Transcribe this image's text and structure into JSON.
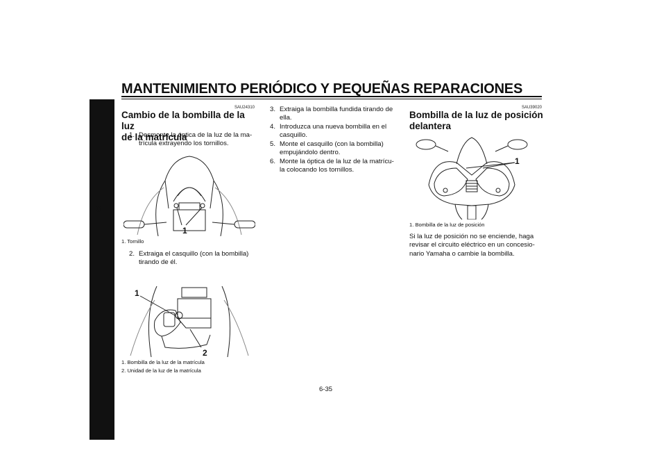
{
  "header": {
    "title": "MANTENIMIENTO PERIÓDICO Y PEQUEÑAS REPARACIONES"
  },
  "chapter": {
    "number": "6"
  },
  "section1": {
    "code": "SAU24310",
    "heading_line1": "Cambio de la bombilla de la luz",
    "heading_line2": "de la matrícula",
    "steps": [
      {
        "num": "1.",
        "line1": "Desmonte la óptica de la luz de la ma-",
        "line2": "trícula extrayendo los tornillos."
      },
      {
        "num": "2.",
        "line1": "Extraiga el casquillo (con la bombilla)",
        "line2": "tirando de él."
      }
    ],
    "figure1": {
      "callout": "1",
      "captions": [
        "1. Tornillo"
      ]
    },
    "figure2": {
      "callouts": [
        "1",
        "2"
      ],
      "captions": [
        "1. Bombilla de la luz de la matrícula",
        "2. Unidad de la luz de la matrícula"
      ]
    }
  },
  "section1_cont": {
    "steps": [
      {
        "num": "3.",
        "line1": "Extraiga la bombilla fundida tirando de",
        "line2": "ella."
      },
      {
        "num": "4.",
        "line1": "Introduzca una nueva bombilla en el",
        "line2": "casquillo."
      },
      {
        "num": "5.",
        "line1": "Monte el casquillo (con la bombilla)",
        "line2": "empujándolo dentro."
      },
      {
        "num": "6.",
        "line1": "Monte la óptica de la luz de la matrícu-",
        "line2": "la colocando los tornillos."
      }
    ]
  },
  "section2": {
    "code": "SAU39020",
    "heading_line1": "Bombilla de la luz de posición",
    "heading_line2": "delantera",
    "figure": {
      "callout": "1",
      "captions": [
        "1. Bombilla de la luz de posición"
      ]
    },
    "paragraph_lines": [
      "Si la luz de posición no se enciende, haga",
      "revisar el circuito eléctrico en un concesio-",
      "nario Yamaha o cambie la bombilla."
    ]
  },
  "footer": {
    "page_number": "6-35"
  }
}
